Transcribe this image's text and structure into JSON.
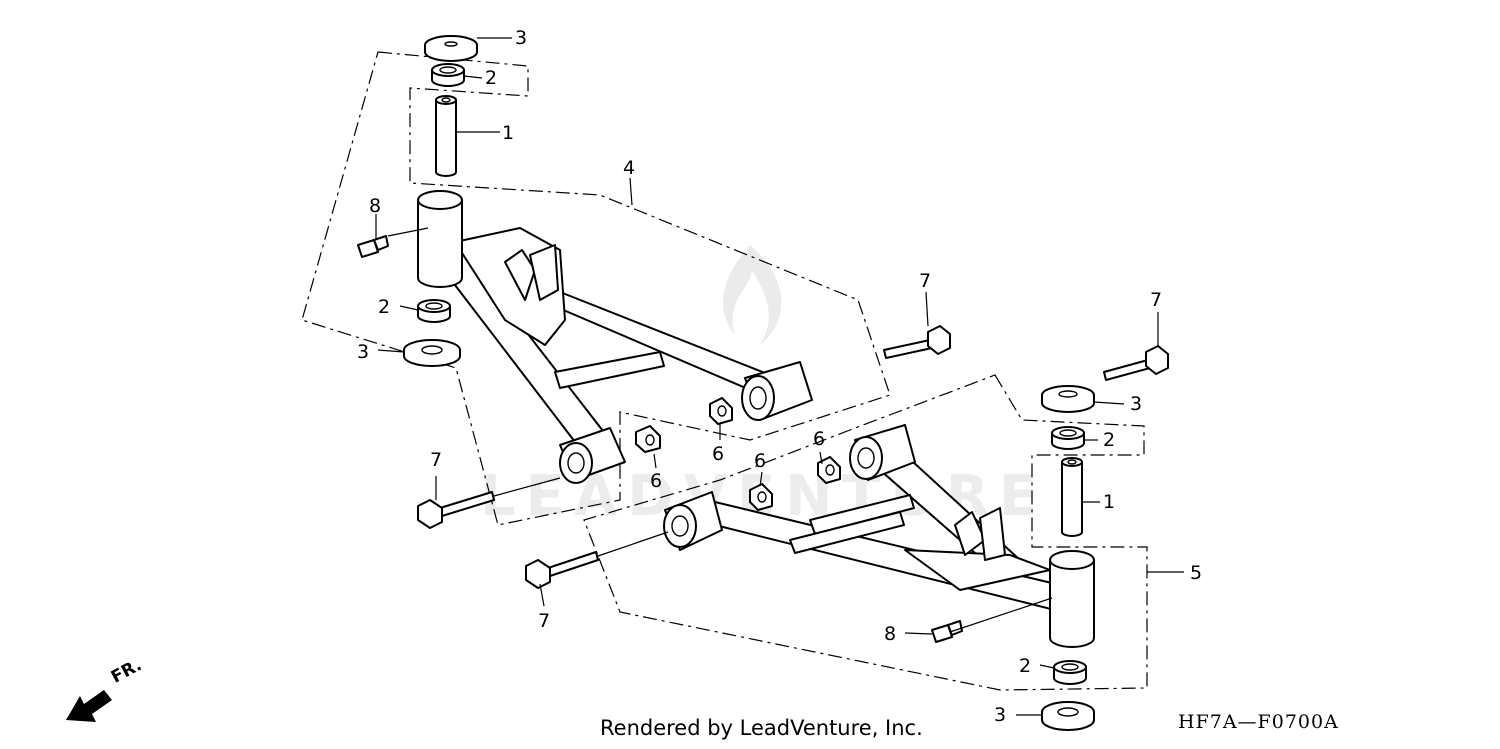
{
  "callouts": {
    "c1a": "1",
    "c1b": "1",
    "c2a": "2",
    "c2b": "2",
    "c2c": "2",
    "c2d": "2",
    "c3a": "3",
    "c3b": "3",
    "c3c": "3",
    "c3d": "3",
    "c4": "4",
    "c5": "5",
    "c6a": "6",
    "c6b": "6",
    "c6c": "6",
    "c6d": "6",
    "c7a": "7",
    "c7b": "7",
    "c7c": "7",
    "c7d": "7",
    "c8a": "8",
    "c8b": "8"
  },
  "front_direction_label": "FR.",
  "credit": "Rendered by LeadVenture, Inc.",
  "diagram_code": "HF7A—F0700A",
  "watermark": "LEADVENTURE"
}
